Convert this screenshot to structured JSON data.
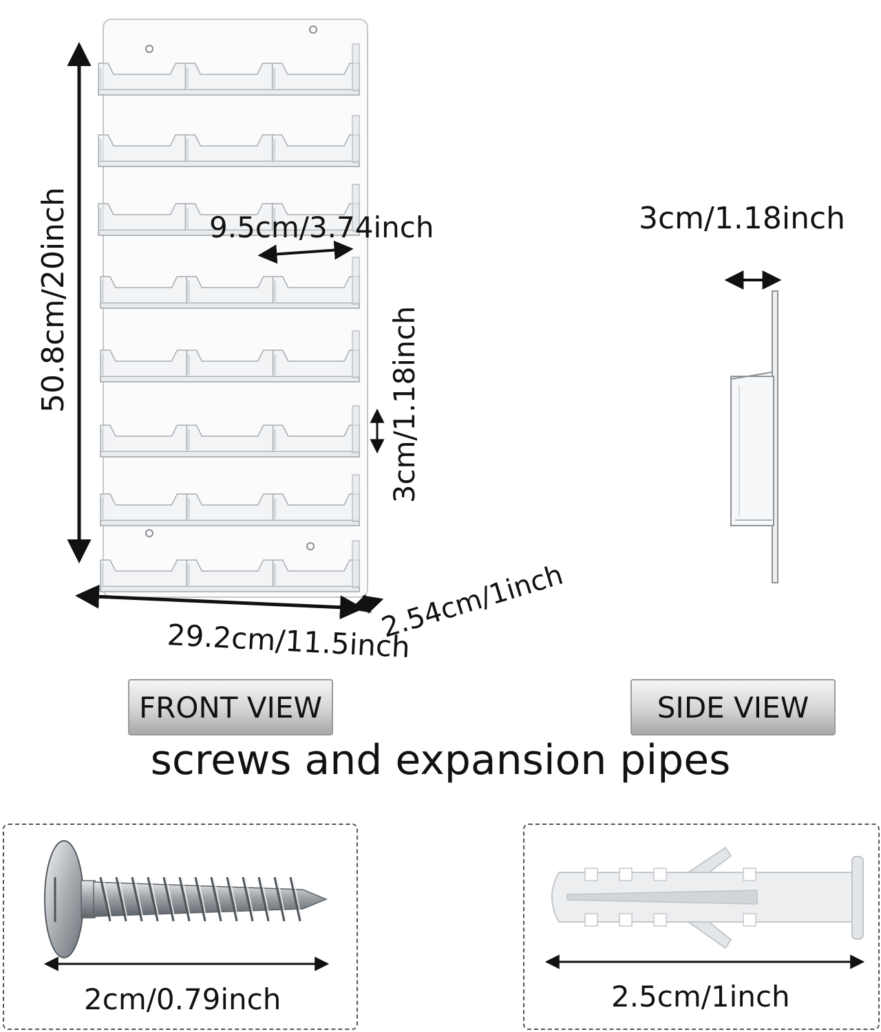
{
  "front_view": {
    "button_label": "FRONT VIEW",
    "height_label": "50.8cm/20inch",
    "width_label": "29.2cm/11.5inch",
    "depth_label": "2.54cm/1inch",
    "pocket_width_label": "9.5cm/3.74inch",
    "pocket_height_label": "3cm/1.18inch"
  },
  "side_view": {
    "button_label": "SIDE VIEW",
    "depth_label": "3cm/1.18inch"
  },
  "accessories": {
    "title": "screws and expansion pipes",
    "screw_label": "2cm/0.79inch",
    "anchor_label": "2.5cm/1inch"
  },
  "colors": {
    "acrylic_edge": "#bfc3c7",
    "arrow": "#111111",
    "button_bg": "#d4d4d4",
    "anchor": "#e9ecef",
    "screw": "#9ea3a8"
  }
}
